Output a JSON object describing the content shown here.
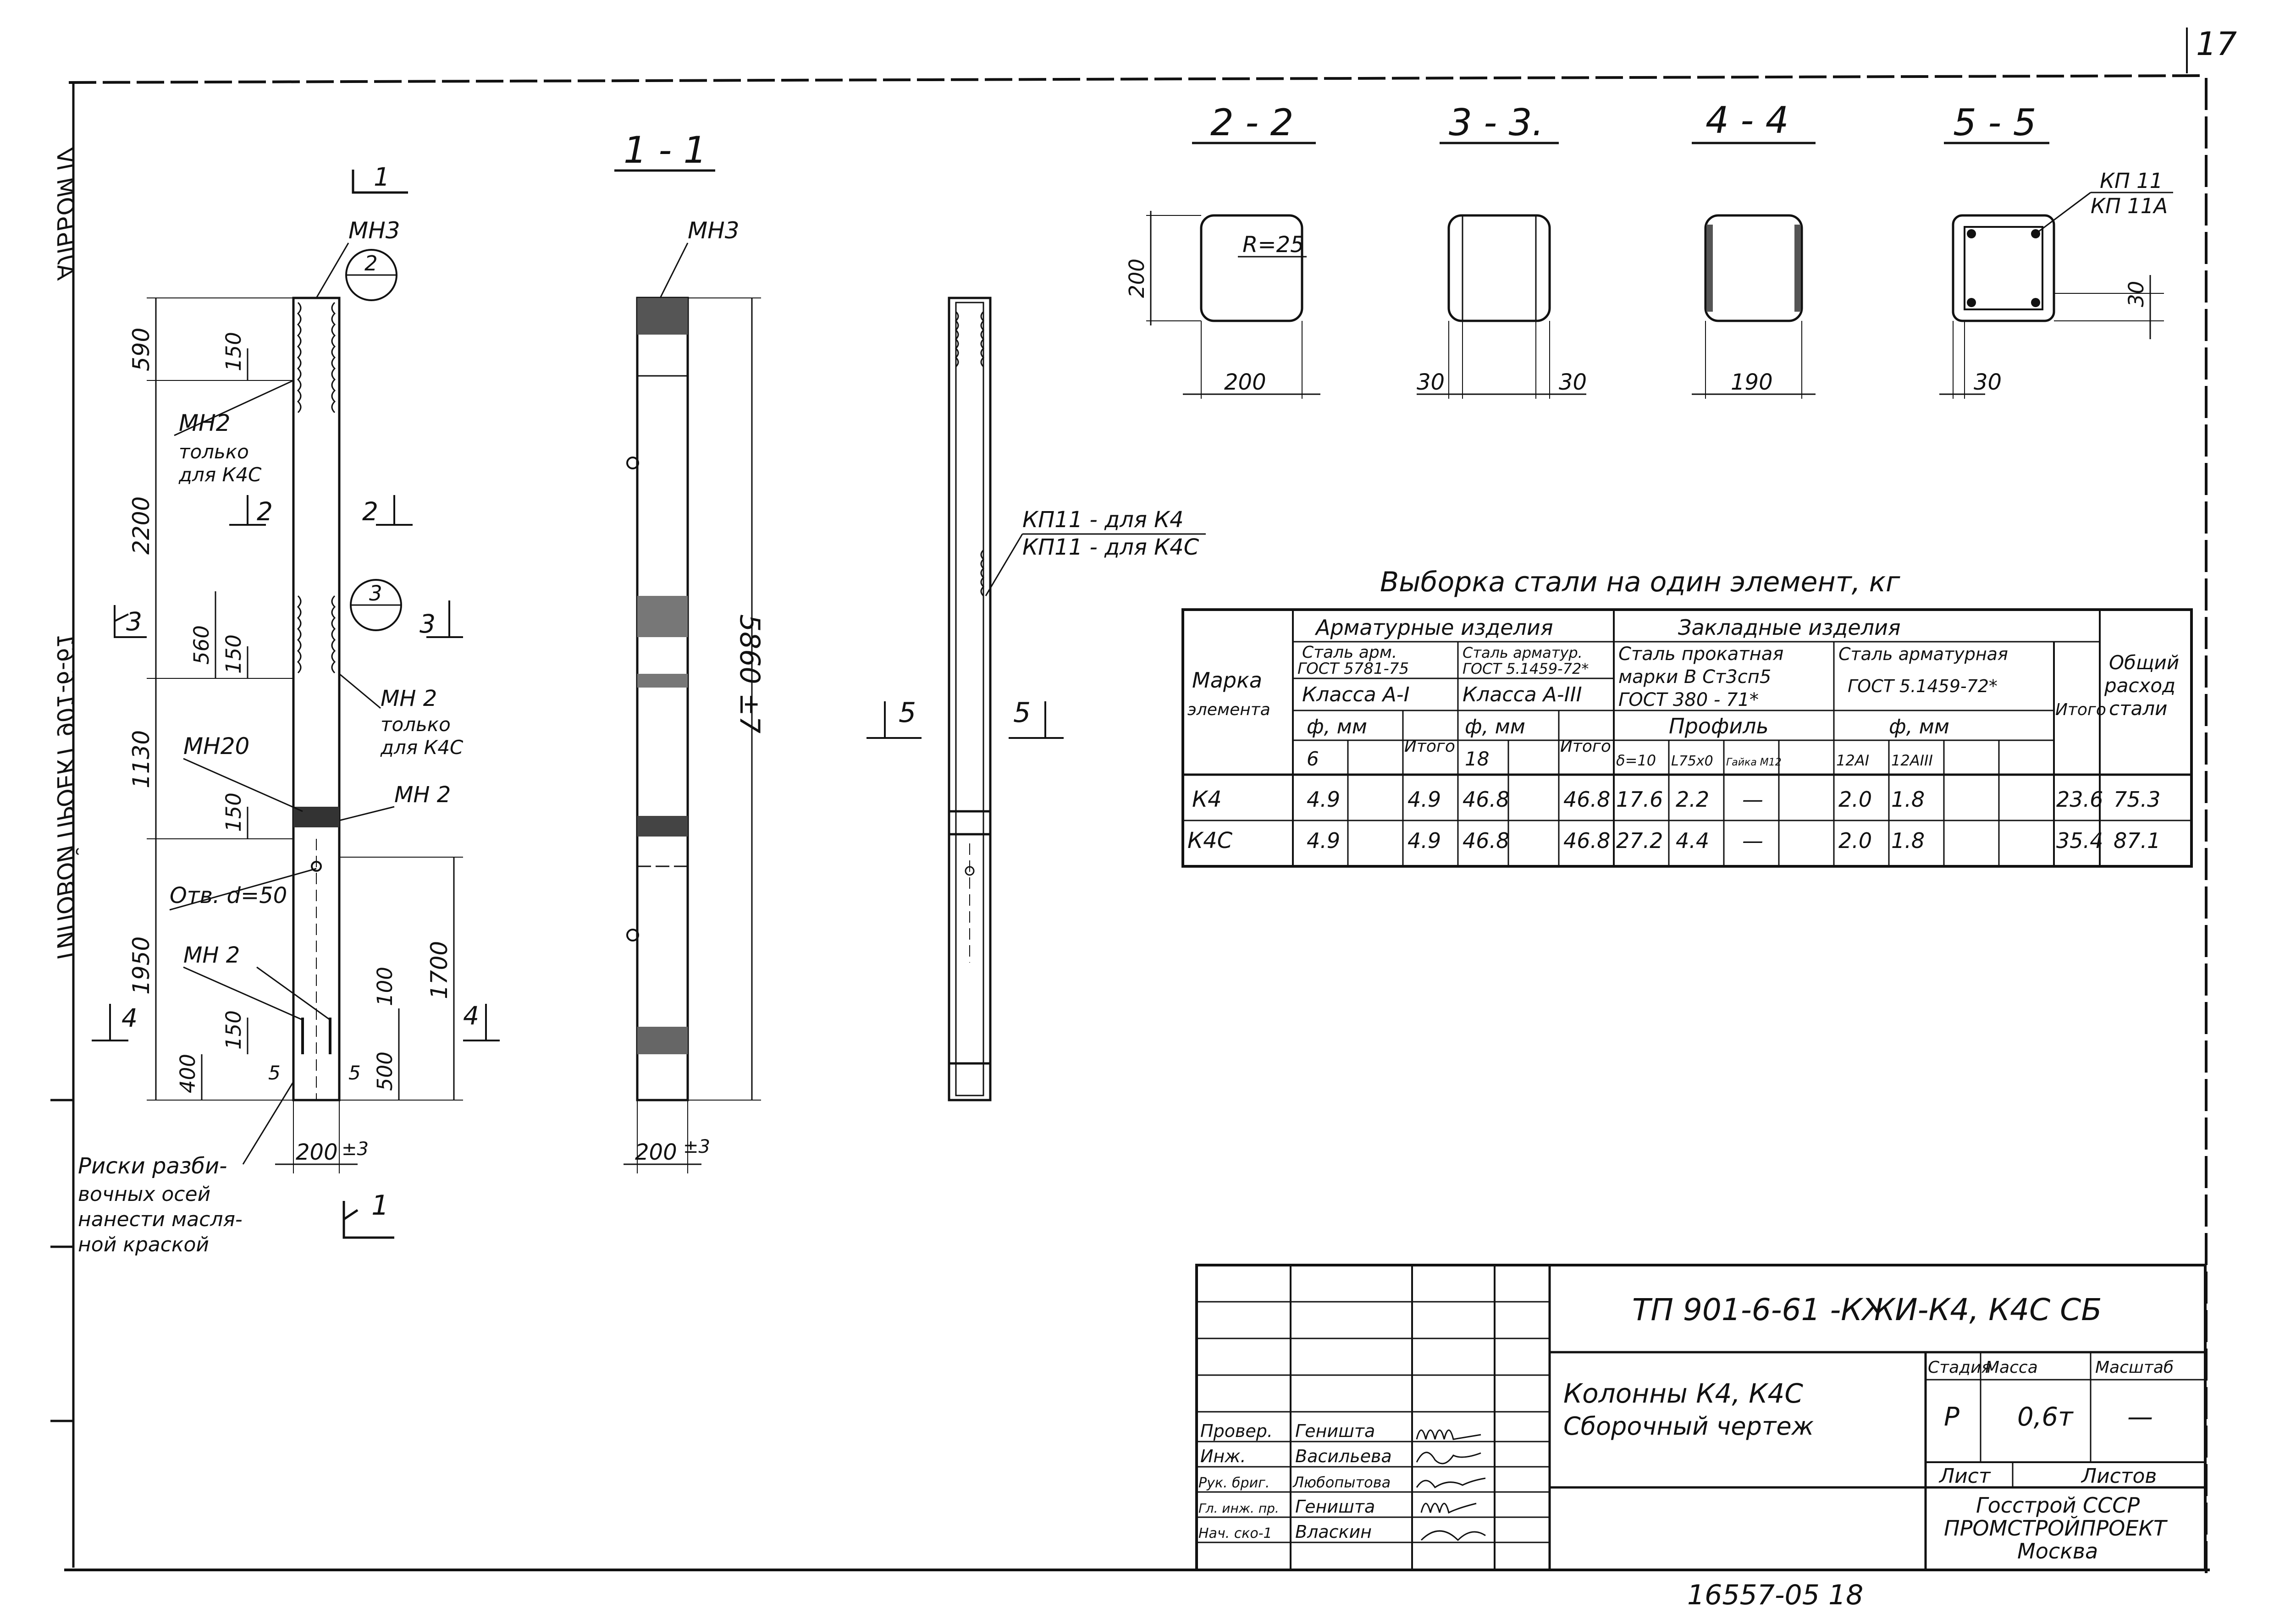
{
  "page_number": "17",
  "margin_text": {
    "album": "АЛЬБОМ IV",
    "project": "ТИПОВОЙ ПРОЕКТ 901-6-61"
  },
  "view_main": {
    "cut_1": "1",
    "cut_2": "2",
    "cut_3": "3",
    "cut_4": "4",
    "marker_2": "2",
    "marker_3": "3",
    "mn3": "МН3",
    "mn2_top": "МН2",
    "mn2_top_note": [
      "только",
      "для К4С"
    ],
    "mn2_mid": "МН 2",
    "mn2_mid_note": [
      "только",
      "для К4С"
    ],
    "mn20": "МН20",
    "mn2_low": "МН 2",
    "mn2_bottom": "МН 2",
    "hole": "Отв. d=50",
    "dims_left": [
      "590",
      "2200",
      "1130",
      "1950"
    ],
    "dims_inner": [
      "150",
      "560",
      "150",
      "150",
      "150",
      "400"
    ],
    "dims_right": [
      "1700",
      "100",
      "500"
    ],
    "dim_width": "200",
    "dim_width_tol": "±3",
    "dim_5a": "5",
    "dim_5b": "5",
    "note": [
      "Риски разби-",
      "вочных осей",
      "нанести масля-",
      "ной краской"
    ]
  },
  "section_1_1": {
    "title": "1 - 1",
    "mn3": "МН3",
    "length": "5860 ±7",
    "width": "200",
    "width_tol": "±3"
  },
  "view_3": {
    "kp_a": "КП11 - для К4",
    "kp_b": "КП11 - для К4С",
    "cut_5": "5",
    "cut_5b": "5"
  },
  "sections": [
    {
      "title": "2 - 2",
      "dims": [
        "R=25",
        "200",
        "200"
      ]
    },
    {
      "title": "3 - 3.",
      "dims": [
        "30",
        "30"
      ]
    },
    {
      "title": "4 - 4",
      "dims": [
        "190"
      ]
    },
    {
      "title": "5 - 5",
      "dims": [
        "КП 11",
        "КП 11А",
        "30",
        "30"
      ]
    }
  ],
  "steel_table": {
    "title": "Выборка стали на один элемент, кг",
    "h_mark": [
      "Марка",
      "элемента"
    ],
    "h_arm": "Арматурные изделия",
    "h_zak": "Закладные изделия",
    "h_total": [
      "Общий",
      "расход",
      "стали"
    ],
    "h_steel1": [
      "Сталь арм.",
      "ГОСТ 5781-75"
    ],
    "h_steel2": [
      "Сталь арматур.",
      "ГОСТ 5.1459-72*"
    ],
    "h_steel3": [
      "Сталь прокатная",
      "марки В Ст3сп5",
      "ГОСТ 380 - 71*"
    ],
    "h_steel4": [
      "Сталь арматурная",
      "ГОСТ 5.1459-72*"
    ],
    "h_class1": "Класса A-I",
    "h_class2": "Класса A-III",
    "h_profile": "Профиль",
    "h_phi": "ф, мм",
    "h_itogo": "Итого",
    "h_sub": [
      "6",
      "18",
      "δ=10",
      "L75x0",
      "Гайка М12",
      "12AI",
      "12AIII"
    ],
    "rows": [
      {
        "mark": "К4",
        "c": [
          "4.9",
          "",
          "4.9",
          "46.8",
          "",
          "46.8",
          "17.6",
          "2.2",
          "—",
          "",
          "2.0",
          "1.8",
          "",
          "",
          "23.6",
          "75.3"
        ]
      },
      {
        "mark": "К4С",
        "c": [
          "4.9",
          "",
          "4.9",
          "46.8",
          "",
          "46.8",
          "27.2",
          "4.4",
          "—",
          "",
          "2.0",
          "1.8",
          "",
          "",
          "35.4",
          "87.1"
        ]
      }
    ]
  },
  "title_block": {
    "code": "ТП 901-6-61  -КЖИ-К4, К4С СБ",
    "name": [
      "Колонны К4, К4С",
      "Сборочный чертеж"
    ],
    "stage_h": "Стадия",
    "mass_h": "Масса",
    "scale_h": "Масштаб",
    "stage": "Р",
    "mass": "0,6т",
    "scale": "—",
    "sheet_h": "Лист",
    "sheets_h": "Листов",
    "org": [
      "Госстрой СССР",
      "ПРОМСТРОЙПРОЕКТ",
      "Москва"
    ],
    "people": [
      {
        "role": "Провер.",
        "name": "Геништа"
      },
      {
        "role": "Инж.",
        "name": "Васильева"
      },
      {
        "role": "Рук. бриг.",
        "name": "Любопытова"
      },
      {
        "role": "Гл. инж. пр.",
        "name": "Геништа"
      },
      {
        "role": "Нач. ско-1",
        "name": "Власкин"
      }
    ]
  },
  "footer": "16557-05   18"
}
